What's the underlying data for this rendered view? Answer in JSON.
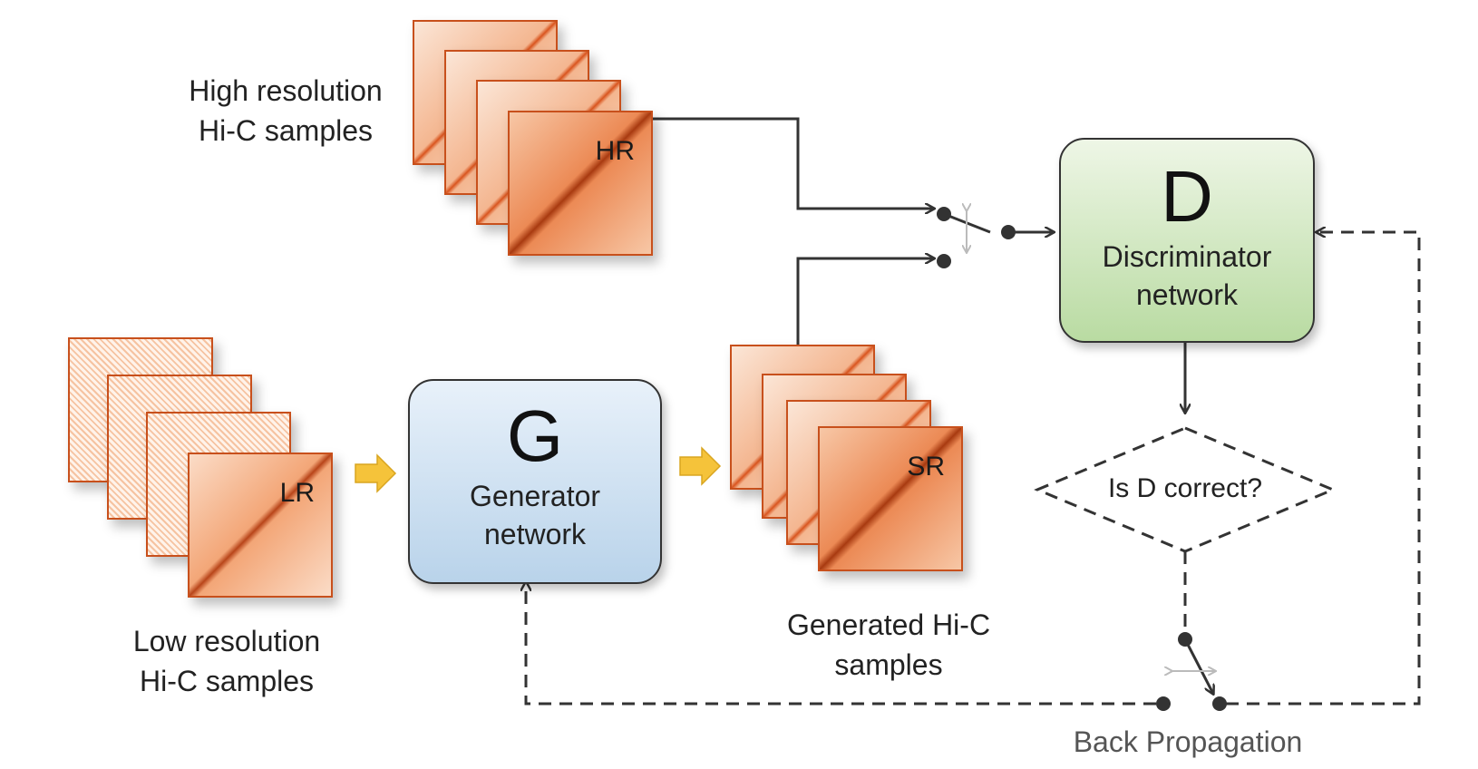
{
  "labels": {
    "hr_samples": [
      "High resolution",
      "Hi-C samples"
    ],
    "lr_samples": [
      "Low resolution",
      "Hi-C samples"
    ],
    "generated_samples": [
      "Generated Hi-C",
      "samples"
    ],
    "back_propagation": "Back Propagation"
  },
  "stacks": {
    "hr_tag": "HR",
    "lr_tag": "LR",
    "sr_tag": "SR"
  },
  "generator": {
    "letter": "G",
    "name": [
      "Generator",
      "network"
    ]
  },
  "discriminator": {
    "letter": "D",
    "name": [
      "Discriminator",
      "network"
    ]
  },
  "decision": {
    "text": "Is D correct?"
  },
  "colors": {
    "heatmap_dark": "#d9551f",
    "heatmap_light": "#fbe6d7",
    "generator_fill_top": "#e8f1fa",
    "generator_fill_bottom": "#b9d3ea",
    "discriminator_fill_top": "#eef6e6",
    "discriminator_fill_bottom": "#b9dba2",
    "flow_arrow": "#f5c33a",
    "line": "#333333",
    "back_prop_text": "#555555"
  }
}
